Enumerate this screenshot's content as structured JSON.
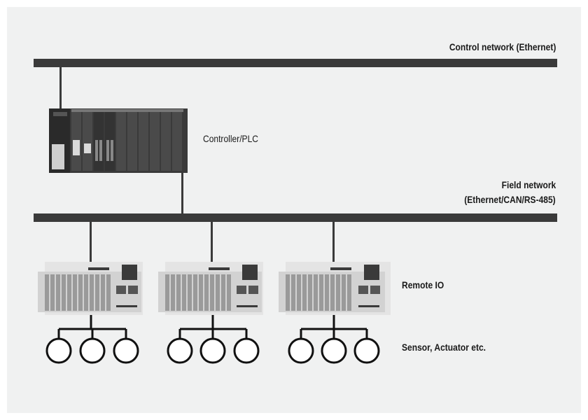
{
  "labels": {
    "control_network": "Control network (Ethernet)",
    "controller": "Controller/PLC",
    "field_network_line1": "Field network",
    "field_network_line2": "(Ethernet/CAN/RS-485)",
    "remote_io": "Remote IO",
    "sensor_actuator": "Sensor, Actuator etc."
  },
  "colors": {
    "bus": "#3a3a3a",
    "background_panel": "#f0f1f1",
    "module_light": "#dcdcdc",
    "module_dark": "#3d3d3d"
  }
}
